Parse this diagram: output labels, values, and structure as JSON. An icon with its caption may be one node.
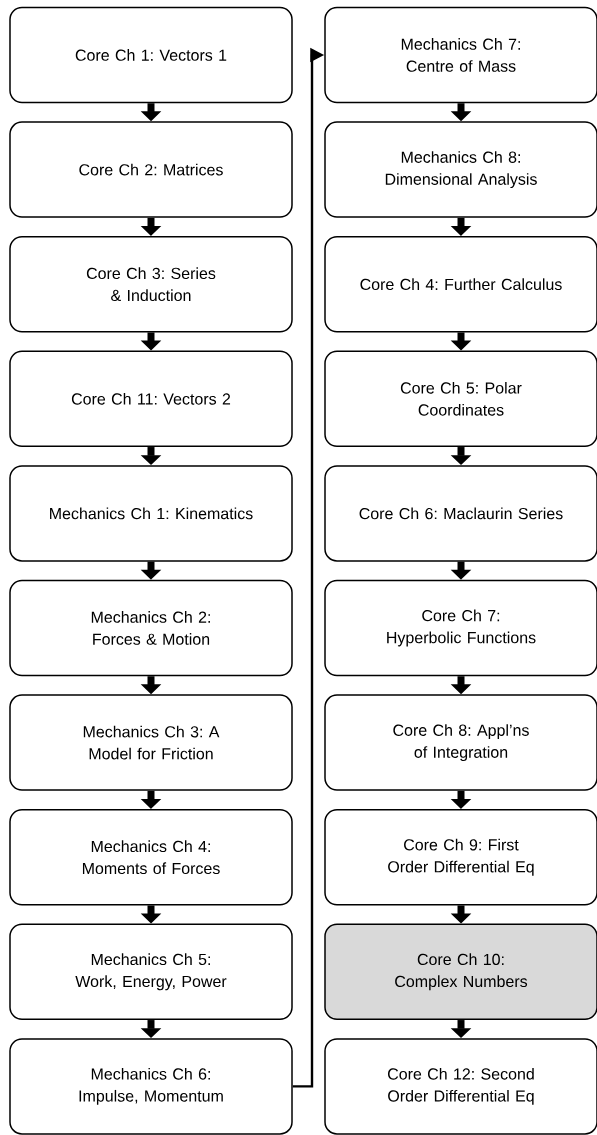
{
  "diagram": {
    "nodes": [
      {
        "text": [
          "Core Ch 1: Vectors 1"
        ]
      },
      {
        "text": [
          "Core Ch 2: Matrices"
        ]
      },
      {
        "text": [
          "Core Ch 3: Series & Induction"
        ]
      },
      {
        "text": [
          "Core Ch 11: Vectors 2"
        ]
      },
      {
        "text": [
          "Mechanics Ch 1: Kinematics"
        ]
      },
      {
        "text": [
          "Mechanics Ch 2: Forces & Motion"
        ]
      },
      {
        "text": [
          "Mechanics Ch 3: A Model for Friction"
        ]
      },
      {
        "text": [
          "Mechanics Ch 4: Moments of Forces"
        ]
      },
      {
        "text": [
          "Mechanics Ch 5: Work, Energy, Power"
        ]
      },
      {
        "text": [
          "Mechanics Ch 6: Impulse, Momentum"
        ]
      },
      {
        "text": [
          "Mechanics Ch 7: Centre of Mass"
        ]
      },
      {
        "text": [
          "Mechanics Ch 8: Dimensional Analysis"
        ]
      },
      {
        "text": [
          "Core Ch 4: Further Calculus"
        ]
      },
      {
        "text": [
          "Core Ch 5: Polar Coordinates"
        ]
      },
      {
        "text": [
          "Core Ch 6: Maclaurin Series"
        ]
      },
      {
        "text": [
          "Core Ch 7: Hyperbolic Functions"
        ]
      },
      {
        "text": [
          "Core Ch 8: Appl’ns of Integration"
        ]
      },
      {
        "text": [
          "Core Ch 9: First Order Differential Eq"
        ]
      },
      {
        "text": [
          "Core Ch 10: Complex Numbers"
        ]
      },
      {
        "text": [
          "Core Ch 12: Second Order Differential Eq"
        ]
      }
    ],
    "edges": [
      {
        "from": 0,
        "to": 1,
        "arrow": "to"
      },
      {
        "from": 1,
        "to": 2,
        "arrow": "to"
      },
      {
        "from": 2,
        "to": 3,
        "arrow": "to"
      },
      {
        "from": 3,
        "to": 4,
        "arrow": "to"
      },
      {
        "from": 4,
        "to": 5,
        "arrow": "to"
      },
      {
        "from": 5,
        "to": 6,
        "arrow": "to"
      },
      {
        "from": 6,
        "to": 7,
        "arrow": "to"
      },
      {
        "from": 7,
        "to": 8,
        "arrow": "to"
      },
      {
        "from": 8,
        "to": 9,
        "arrow": "to"
      },
      {
        "from": 9,
        "to": 10,
        "arrow": "to"
      },
      {
        "from": 10,
        "to": 11,
        "arrow": "to"
      },
      {
        "from": 11,
        "to": 12,
        "arrow": "to"
      },
      {
        "from": 12,
        "to": 13,
        "arrow": "to"
      },
      {
        "from": 13,
        "to": 14,
        "arrow": "to"
      },
      {
        "from": 14,
        "to": 15,
        "arrow": "to"
      },
      {
        "from": 15,
        "to": 16,
        "arrow": "to"
      },
      {
        "from": 16,
        "to": 17,
        "arrow": "to"
      },
      {
        "from": 17,
        "to": 18,
        "arrow": "to"
      },
      {
        "from": 18,
        "to": 19,
        "arrow": "to"
      }
    ]
  }
}
